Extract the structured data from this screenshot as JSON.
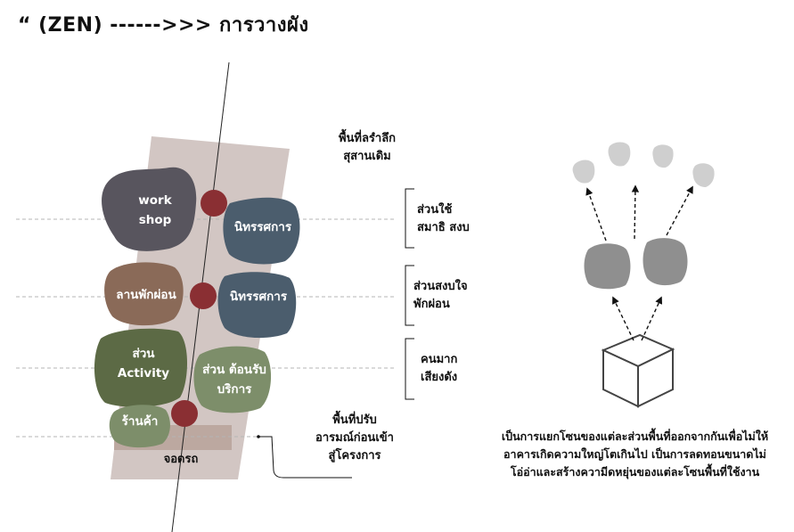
{
  "title": "“ (ZEN) ------>>> การวางผัง",
  "zones": {
    "workshop_line1": "work",
    "workshop_line2": "shop",
    "nitat1": "นิทรรศการ",
    "rest": "ลานพักผ่อน",
    "nitat2": "นิทรรศการ",
    "activity_line1": "ส่วน",
    "activity_line2": "Activity",
    "reception_line1": "ส่วน ต้อนรับ",
    "reception_line2": "บริการ",
    "shop": "ร้านค้า",
    "parking": "จอดรถ"
  },
  "labels": {
    "memorial_line1": "พื้นที่ลรำลึก",
    "memorial_line2": "สุสานเดิม",
    "adjust_line1": "พื้นที่ปรับ",
    "adjust_line2": "อารมณ์ก่อนเข้า",
    "adjust_line3": "สู่โครงการ"
  },
  "side_labels": {
    "calm_line1": "ส่วนใช้",
    "calm_line2": "สมาธิ สงบ",
    "relax_line1": "ส่วนสงบใจ",
    "relax_line2": "พักผ่อน",
    "busy_line1": "คนมาก",
    "busy_line2": "เสียงดัง"
  },
  "note": {
    "line1": "เป็นการแยกโซนของแต่ละส่วนพื้นที่ออกจากกันเพื่อไม่ให้",
    "line2": "อาคารเกิดความใหญ่โตเกินไป เป็นการลดทอนขนาดไม่",
    "line3": "โอ่อ่าและสร้างความีดหยุ่นของแต่ละโซนพื้นที่ใช้งาน"
  },
  "colors": {
    "site": "#d2c6c3",
    "workshop": "#58555e",
    "nitat": "#4b5d6d",
    "rest": "#8a6a58",
    "activity": "#5c6a45",
    "reception": "#7d8e6a",
    "shop": "#7d8e6a",
    "node": "#8a2f33",
    "parking": "#b8a29a",
    "grey_block": "#8f8f8f",
    "grey_small": "#cfcfcf"
  }
}
